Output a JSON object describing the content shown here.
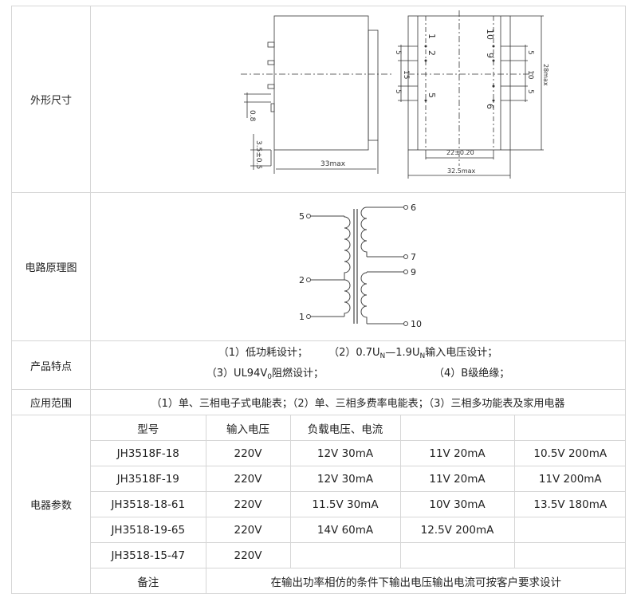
{
  "rows": {
    "dimensions": {
      "label": "外形尺寸",
      "side_view": {
        "width_label": "33max",
        "pin_thickness": "0.8",
        "pin_length": "3.5±0.5"
      },
      "front_view": {
        "pins_left": [
          "1",
          "2",
          "5"
        ],
        "pins_right": [
          "10",
          "9",
          "6"
        ],
        "pitch_left": [
          "5",
          "5"
        ],
        "span_left": "15",
        "pitch_right": [
          "5",
          "10",
          "5"
        ],
        "height_label": "28max",
        "pin_row_spacing": "22±0.20",
        "width_label": "32.5max"
      }
    },
    "circuit": {
      "label": "电路原理图",
      "primary_pins": [
        "5",
        "2",
        "1"
      ],
      "secondary_pins": [
        "6",
        "7",
        "9",
        "10"
      ]
    },
    "features": {
      "label": "产品特点",
      "f1": "（1）低功耗设计；",
      "f2_prefix": "（2）0.7U",
      "f2_sub1": "N",
      "f2_mid": "—1.9U",
      "f2_sub2": "N",
      "f2_suffix": "输入电压设计；",
      "f3_prefix": "（3）UL94V",
      "f3_sub": "0",
      "f3_suffix": "阻燃设计；",
      "f4": "（4）B级绝缘；"
    },
    "application": {
      "label": "应用范围",
      "text": "（1）单、三相电子式电能表；（2）单、三相多费率电能表；（3）三相多功能表及家用电器"
    },
    "parameters": {
      "label": "电器参数",
      "headers": [
        "型号",
        "输入电压",
        "负载电压、电流",
        "",
        ""
      ],
      "rows": [
        [
          "JH3518F-18",
          "220V",
          "12V  30mA",
          "11V  20mA",
          "10.5V  200mA"
        ],
        [
          "JH3518F-19",
          "220V",
          "12V  30mA",
          "11V  20mA",
          "11V  200mA"
        ],
        [
          "JH3518-18-61",
          "220V",
          "11.5V  30mA",
          "10V  30mA",
          "13.5V  180mA"
        ],
        [
          "JH3518-19-65",
          "220V",
          "14V  60mA",
          "12.5V  200mA",
          ""
        ],
        [
          "JH3518-15-47",
          "220V",
          "",
          "",
          ""
        ]
      ],
      "note_label": "备注",
      "note_text": "在输出功率相仿的条件下输出电压输出电流可按客户要求设计"
    }
  }
}
